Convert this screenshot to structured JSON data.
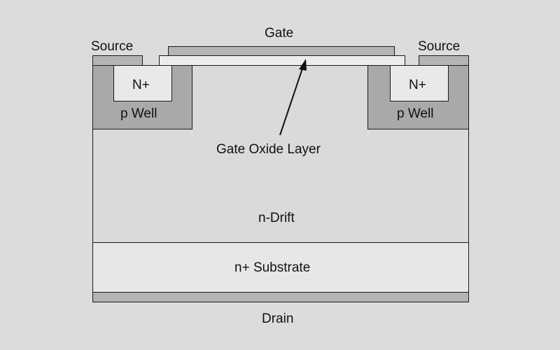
{
  "labels": {
    "gate": "Gate",
    "source_left": "Source",
    "source_right": "Source",
    "nplus_left": "N+",
    "nplus_right": "N+",
    "pwell_left": "p Well",
    "pwell_right": "p Well",
    "gate_oxide": "Gate Oxide Layer",
    "ndrift": "n-Drift",
    "substrate": "n+ Substrate",
    "drain": "Drain"
  },
  "colors": {
    "background": "#dcdcdc",
    "metal": "#b4b4b4",
    "well": "#a9a9a9",
    "n_plus": "#e9e9e9",
    "drift": "#dadada",
    "substrate": "#e7e7e7",
    "oxide": "#ececec"
  }
}
